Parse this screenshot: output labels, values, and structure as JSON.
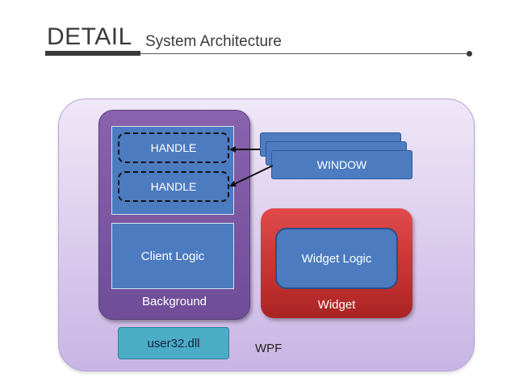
{
  "header": {
    "title": "DETAIL",
    "subtitle": "System Architecture"
  },
  "diagram": {
    "outer_label": "WPF",
    "background_label": "Background",
    "handles": [
      "HANDLE",
      "HANDLE"
    ],
    "client_logic": "Client Logic",
    "window": "WINDOW",
    "widget_label": "Widget",
    "widget_logic": "Widget Logic",
    "dll": "user32.dll"
  },
  "colors": {
    "wpf_fill": "#e3d6f1",
    "background_fill": "#7c58a3",
    "block_blue": "#4c7bc0",
    "widget_red": "#d23c3c",
    "dll_teal": "#4bacc6"
  }
}
